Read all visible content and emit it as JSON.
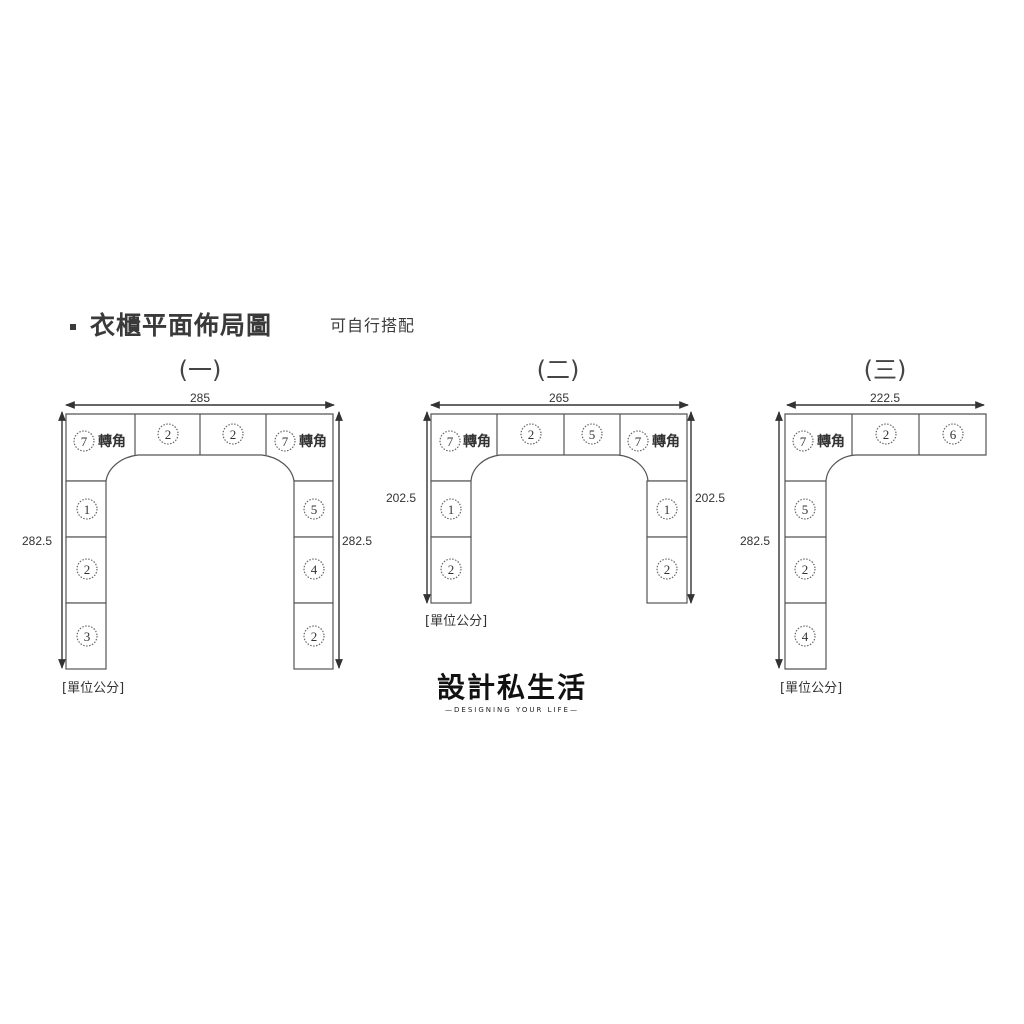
{
  "header": {
    "title": "衣櫃平面佈局圖",
    "subtitle": "可自行搭配"
  },
  "corner_label": "轉角",
  "layouts": [
    {
      "name": "(一)",
      "top_width": "285",
      "left_height": "282.5",
      "right_height": "282.5",
      "top_row": [
        "7",
        "2",
        "2",
        "7"
      ],
      "left_column": [
        "1",
        "2",
        "3"
      ],
      "right_column": [
        "5",
        "4",
        "2"
      ],
      "unit_note": "[單位公分]"
    },
    {
      "name": "(二)",
      "top_width": "265",
      "left_height": "202.5",
      "right_height": "202.5",
      "top_row": [
        "7",
        "2",
        "5",
        "7"
      ],
      "left_column": [
        "1",
        "2"
      ],
      "right_column": [
        "1",
        "2"
      ],
      "unit_note": "[單位公分]"
    },
    {
      "name": "(三)",
      "top_width": "222.5",
      "left_height": "282.5",
      "top_row": [
        "7",
        "2",
        "6"
      ],
      "left_column": [
        "5",
        "2",
        "4"
      ],
      "unit_note": "[單位公分]"
    }
  ],
  "brand": {
    "name": "設計私生活",
    "tagline": "—DESIGNING YOUR LIFE—"
  }
}
